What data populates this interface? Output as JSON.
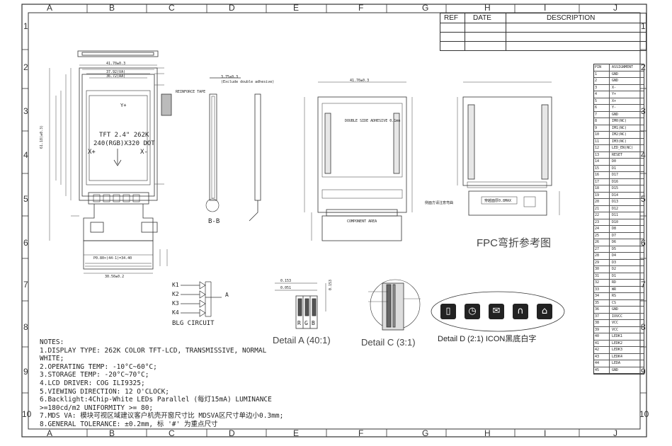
{
  "frame": {
    "col_letters": [
      "A",
      "B",
      "C",
      "D",
      "E",
      "F",
      "G",
      "H",
      "I",
      "J"
    ],
    "row_numbers": [
      "1",
      "2",
      "3",
      "4",
      "5",
      "6",
      "7",
      "8",
      "9",
      "10"
    ]
  },
  "revision_table": {
    "headers": [
      "REF",
      "DATE",
      "DESCRIPTION"
    ]
  },
  "pin_table": {
    "header_no": "PIN",
    "header_fn": "ASSIGNMENT",
    "rows": [
      [
        "1",
        "GND"
      ],
      [
        "2",
        "GND"
      ],
      [
        "3",
        "X-"
      ],
      [
        "4",
        "Y+"
      ],
      [
        "5",
        "X+"
      ],
      [
        "6",
        "Y-"
      ],
      [
        "7",
        "GND"
      ],
      [
        "8",
        "IM0(NC)"
      ],
      [
        "9",
        "IM1(NC)"
      ],
      [
        "10",
        "IM2(NC)"
      ],
      [
        "11",
        "IM3(NC)"
      ],
      [
        "12",
        "LED_EN(NC)"
      ],
      [
        "13",
        "RESET"
      ],
      [
        "14",
        "D0"
      ],
      [
        "15",
        "D1"
      ],
      [
        "16",
        "D17"
      ],
      [
        "17",
        "D16"
      ],
      [
        "18",
        "D15"
      ],
      [
        "19",
        "D14"
      ],
      [
        "20",
        "D13"
      ],
      [
        "21",
        "D12"
      ],
      [
        "22",
        "D11"
      ],
      [
        "23",
        "D10"
      ],
      [
        "24",
        "D8"
      ],
      [
        "25",
        "D7"
      ],
      [
        "26",
        "D6"
      ],
      [
        "27",
        "D5"
      ],
      [
        "28",
        "D4"
      ],
      [
        "29",
        "D3"
      ],
      [
        "30",
        "D2"
      ],
      [
        "31",
        "D1"
      ],
      [
        "32",
        "RD"
      ],
      [
        "33",
        "WR"
      ],
      [
        "34",
        "RS"
      ],
      [
        "35",
        "CS"
      ],
      [
        "36",
        "GND"
      ],
      [
        "37",
        "IOVCC"
      ],
      [
        "38",
        "VCC"
      ],
      [
        "39",
        "VCC"
      ],
      [
        "40",
        "LEDK1"
      ],
      [
        "41",
        "LEDK2"
      ],
      [
        "42",
        "LEDK3"
      ],
      [
        "43",
        "LEDK4"
      ],
      [
        "44",
        "LEDA"
      ],
      [
        "45",
        "GND"
      ]
    ]
  },
  "front_view": {
    "panel_line1": "TFT 2.4\" 262K",
    "panel_line2": "240(RGB)X320 DOT",
    "x_plus": "X+",
    "x_minus": "X-",
    "y_plus": "Y+",
    "stiffener_note": "REINFORCE TAPE",
    "dim_top": "41.70±0.3",
    "dim_aa": "36.72(AA)",
    "dim_va": "37.92(VA)",
    "dim_total_h": "61.18(±0.3)",
    "dim_fpc": "30.50±0.2",
    "dim_pitch": "P0.80×(44-1)=34.40"
  },
  "side_view": {
    "thickness": "3.75±0.3",
    "note": "(Exclude double adhesive)",
    "section_label": "B-B"
  },
  "rear_view": {
    "width_dim": "41.70±0.3",
    "adhesive_label": "DOUBLE SIDE ADHESIVE 0.1mm",
    "component_label": "COMPONENT AREA"
  },
  "fpc_bend": {
    "title": "FPC弯折参考图",
    "note_left": "侧面方请注意弯曲",
    "note_mid": "穿越面厚0.8MAX"
  },
  "blg_circuit": {
    "title": "BLG CIRCUIT",
    "k1": "K1",
    "k2": "K2",
    "k3": "K3",
    "k4": "K4",
    "a": "A"
  },
  "details": {
    "detail_a": "Detail A (40:1)",
    "detail_a_dim1": "0.153",
    "detail_a_dim2": "0.051",
    "detail_a_dim3": "0.153",
    "detail_a_cells": [
      "R",
      "G",
      "B"
    ],
    "detail_c": "Detail C (3:1)",
    "detail_d": "Detail D (2:1) ICON黑底白字"
  },
  "notes": [
    "NOTES:",
    "1.DISPLAY TYPE: 262K COLOR TFT-LCD, TRANSMISSIVE, NORMAL",
    "WHITE;",
    "2.OPERATING TEMP: -10°C~60°C;",
    "3.STORAGE TEMP: -20°C~70°C;",
    "4.LCD DRIVER: COG ILI9325;",
    "5.VIEWING DIRECTION: 12 O'CLOCK;",
    "6.Backlight:4Chip-White LEDs Parallel (每灯15mA) LUMINANCE",
    ">=180cd/m2 UNIFORMITY >= 80;",
    "7.MDS VA: 模块可视区域建议客户机壳开窗尺寸比 MDSVA区尺寸单边小0.3mm;",
    "8.GENERAL TOLERANCE: ±0.2mm, 标 '#' 为重点尺寸"
  ]
}
